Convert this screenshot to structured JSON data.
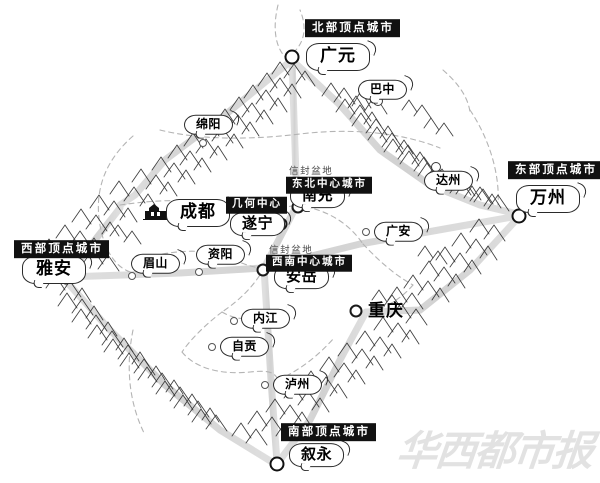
{
  "map": {
    "title_watermark": "华西都市报",
    "background_color": "#ffffff",
    "tag_color": "#111111",
    "tag_text_color": "#ffffff",
    "road_color": "#d9d9d9",
    "border_color": "#9a9a9a"
  },
  "captions": {
    "basin_note": "信封盆地"
  },
  "tags": {
    "north_vertex": "北部顶点城市",
    "west_vertex": "西部顶点城市",
    "east_vertex": "东部顶点城市",
    "south_vertex": "南部顶点城市",
    "northeast_center": "东北中心城市",
    "southwest_center": "西南中心城市",
    "geometric_center": "几何中心"
  },
  "cities": {
    "guangyuan": "广元",
    "wanzhou": "万州",
    "yaan": "雅安",
    "xuyong": "叙永",
    "nanchong": "南充",
    "anyue": "安岳",
    "suining": "遂宁",
    "chengdu": "成都",
    "chongqing": "重庆",
    "bazhong": "巴中",
    "dazhou": "达州",
    "guangan": "广安",
    "mianyang": "绵阳",
    "meishan": "眉山",
    "ziyang": "资阳",
    "neijiang": "内江",
    "zigong": "自贡",
    "luzhou": "泸州"
  }
}
